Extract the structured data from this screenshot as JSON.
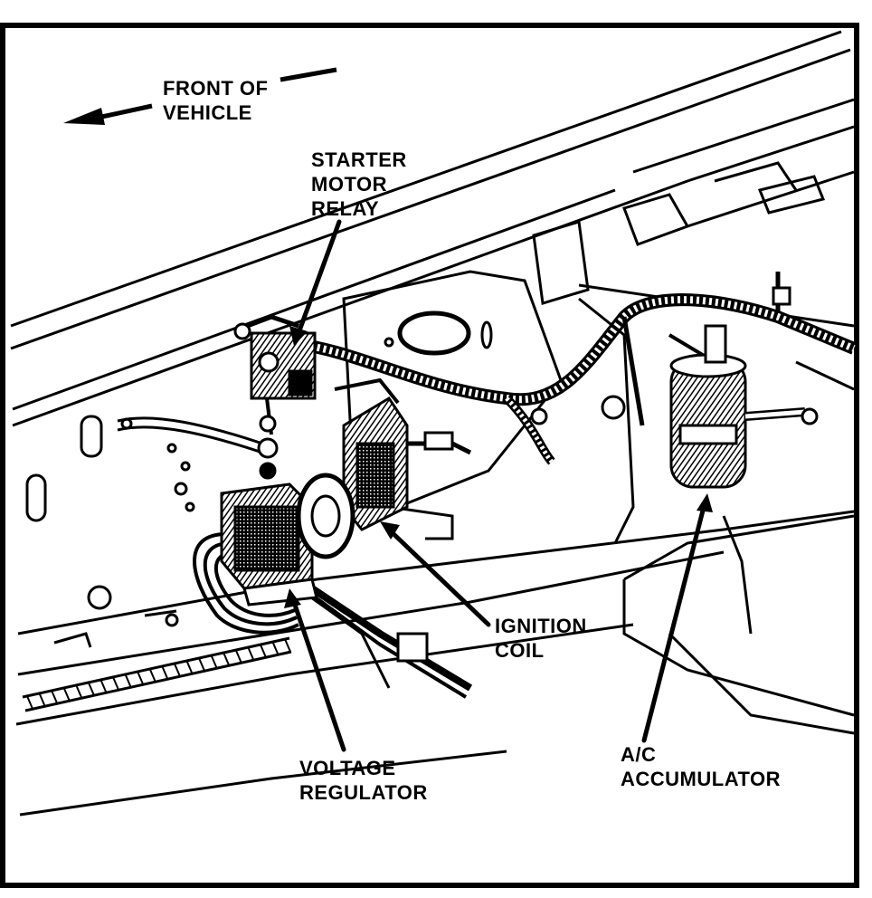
{
  "colors": {
    "ink": "#000000",
    "paper": "#ffffff"
  },
  "labels": {
    "front_of_vehicle": [
      "FRONT OF",
      "VEHICLE"
    ],
    "starter_motor_relay": [
      "STARTER",
      "MOTOR",
      "RELAY"
    ],
    "ignition_coil": [
      "IGNITION",
      "COIL"
    ],
    "voltage_regulator": [
      "VOLTAGE",
      "REGULATOR"
    ],
    "ac_accumulator": [
      "A/C",
      "ACCUMULATOR"
    ]
  },
  "icons": {
    "direction_arrow": "arrow-left-icon"
  }
}
